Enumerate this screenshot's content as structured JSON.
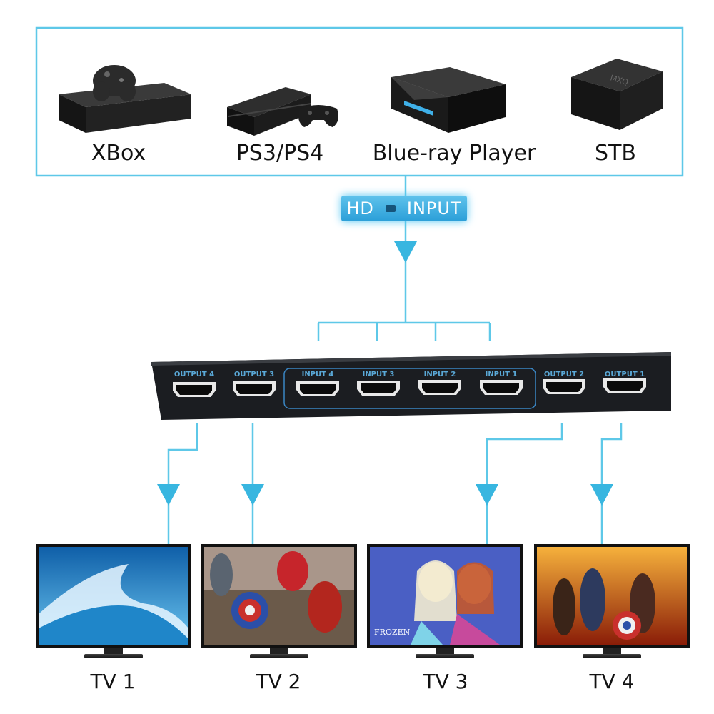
{
  "badge": {
    "left": "HD",
    "right": "INPUT"
  },
  "sources": [
    {
      "label": "XBox",
      "icon": "xbox-console-icon"
    },
    {
      "label": "PS3/PS4",
      "icon": "playstation-console-icon"
    },
    {
      "label": "Blue-ray Player",
      "icon": "bluray-player-icon"
    },
    {
      "label": "STB",
      "icon": "set-top-box-icon"
    }
  ],
  "stb_brand": "MXQ",
  "switch": {
    "ports": [
      "OUTPUT 4",
      "OUTPUT 3",
      "INPUT 4",
      "INPUT 3",
      "INPUT 2",
      "INPUT 1",
      "OUTPUT 2",
      "OUTPUT 1"
    ]
  },
  "tvs": [
    {
      "label": "TV 1",
      "screen": "ocean-wave"
    },
    {
      "label": "TV 2",
      "screen": "superheroes"
    },
    {
      "label": "TV 3",
      "screen": "frozen",
      "screen_text": "FROZEN"
    },
    {
      "label": "TV 4",
      "screen": "action-heroes"
    }
  ],
  "colors": {
    "frame": "#5ec8e8",
    "arrow": "#38b6e0",
    "panel": "#1b1d21",
    "port_label": "#5aa9d8"
  }
}
